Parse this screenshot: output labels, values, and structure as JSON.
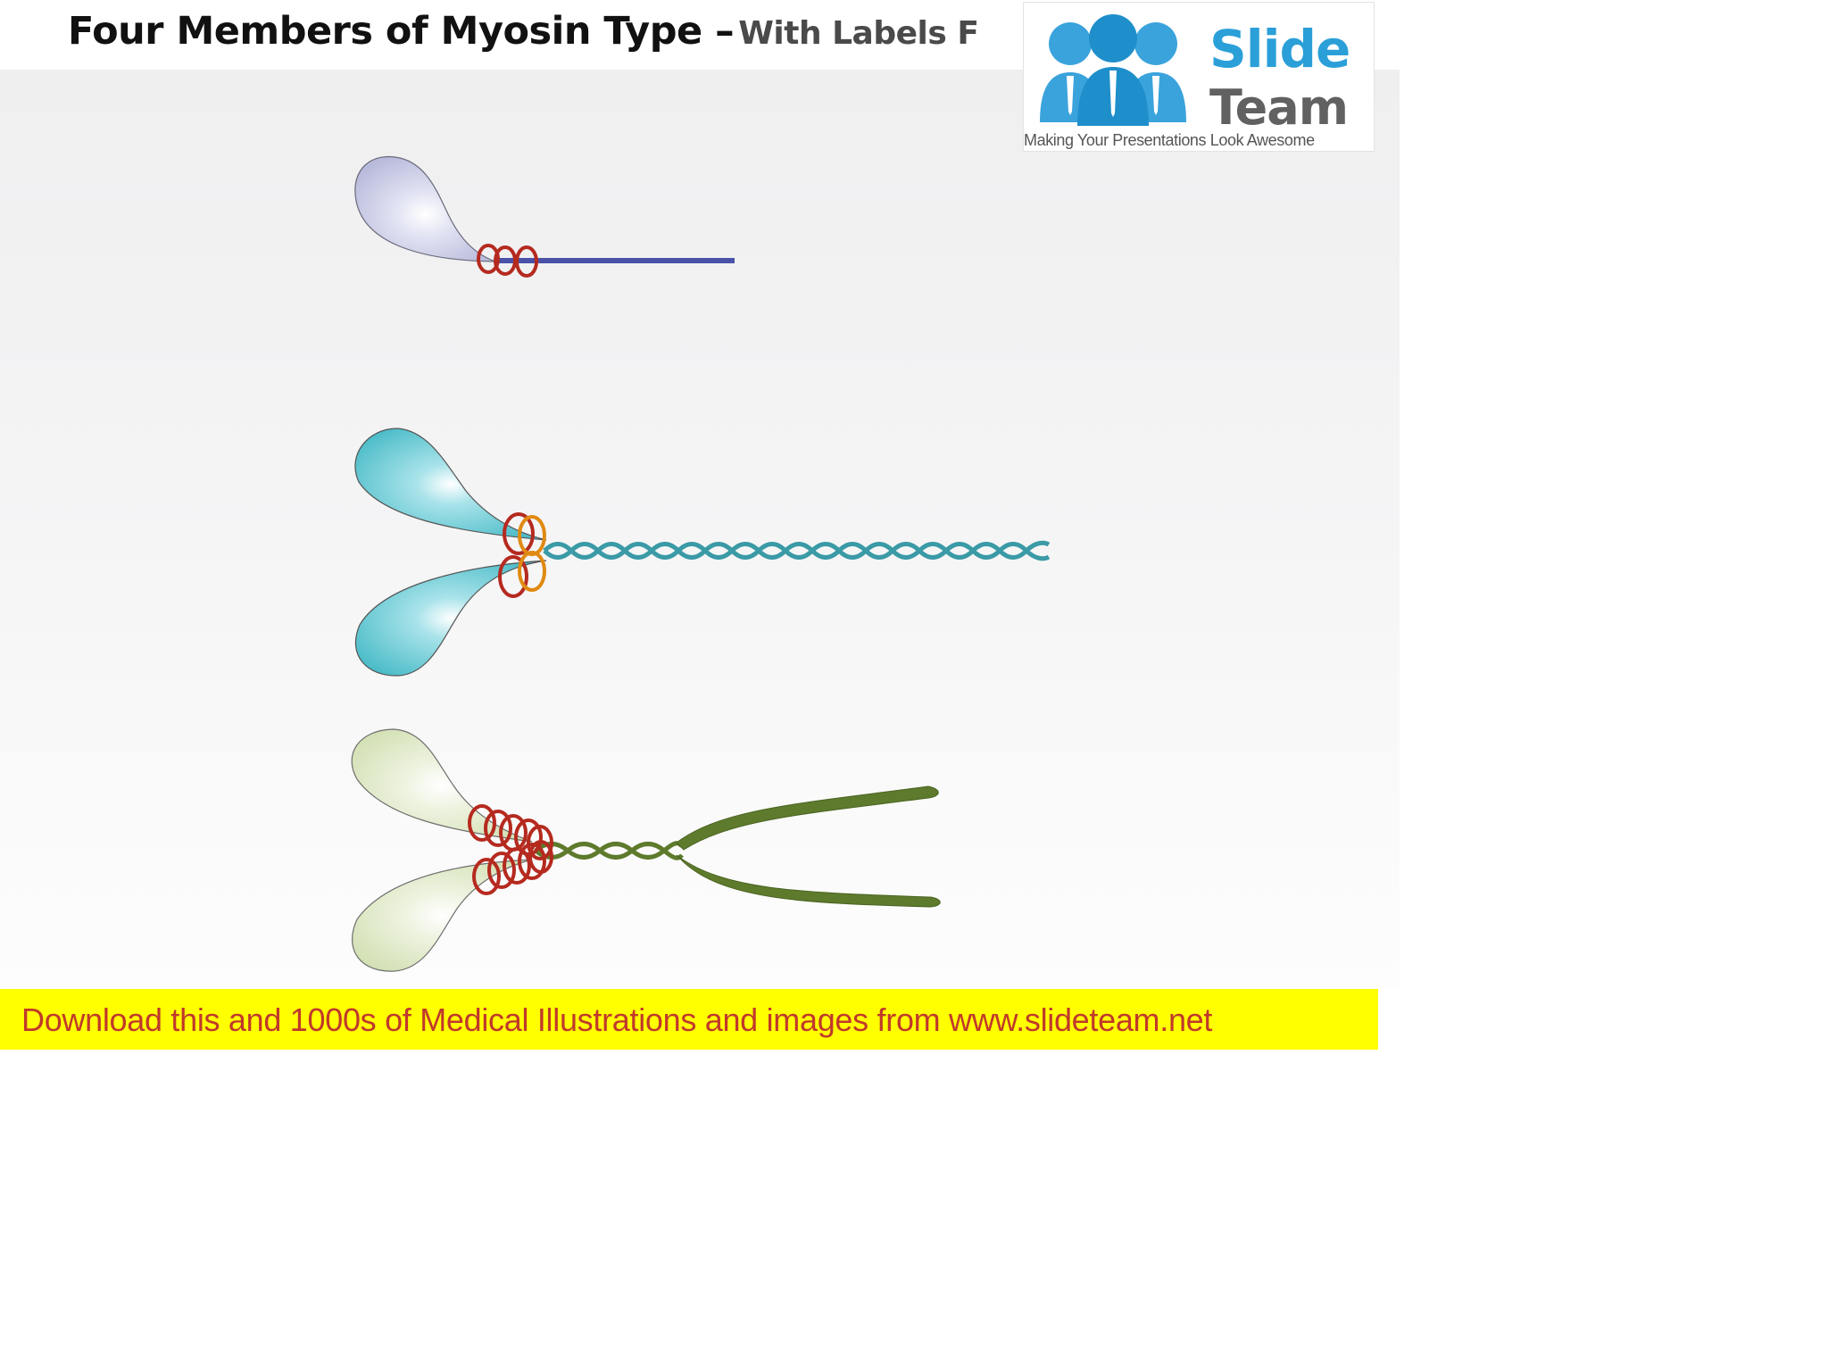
{
  "title": {
    "main": "Four Members of Myosin Type –",
    "sub": "With Labels F"
  },
  "logo": {
    "word1": "Slide",
    "word2": "Team",
    "tagline": "Making Your Presentations Look Awesome",
    "icon": "three-people-icon"
  },
  "footer": {
    "text": "Download this and 1000s of Medical Illustrations and images from www.slideteam.net"
  },
  "colors": {
    "footer_bg": "#ffff00",
    "footer_text": "#c0392b",
    "myosin_1_head": "#c4c6e3",
    "myosin_1_tail": "#4a52a8",
    "myosin_2_head": "#4fc1cd",
    "myosin_2_tail": "#3a9aa6",
    "myosin_3_head": "#dde8c4",
    "myosin_3_tail": "#5e7a2c",
    "light_chain_red": "#b52a1f",
    "light_chain_orange": "#e08a12",
    "logo_blue": "#2b9fd8",
    "logo_gray": "#616161"
  }
}
